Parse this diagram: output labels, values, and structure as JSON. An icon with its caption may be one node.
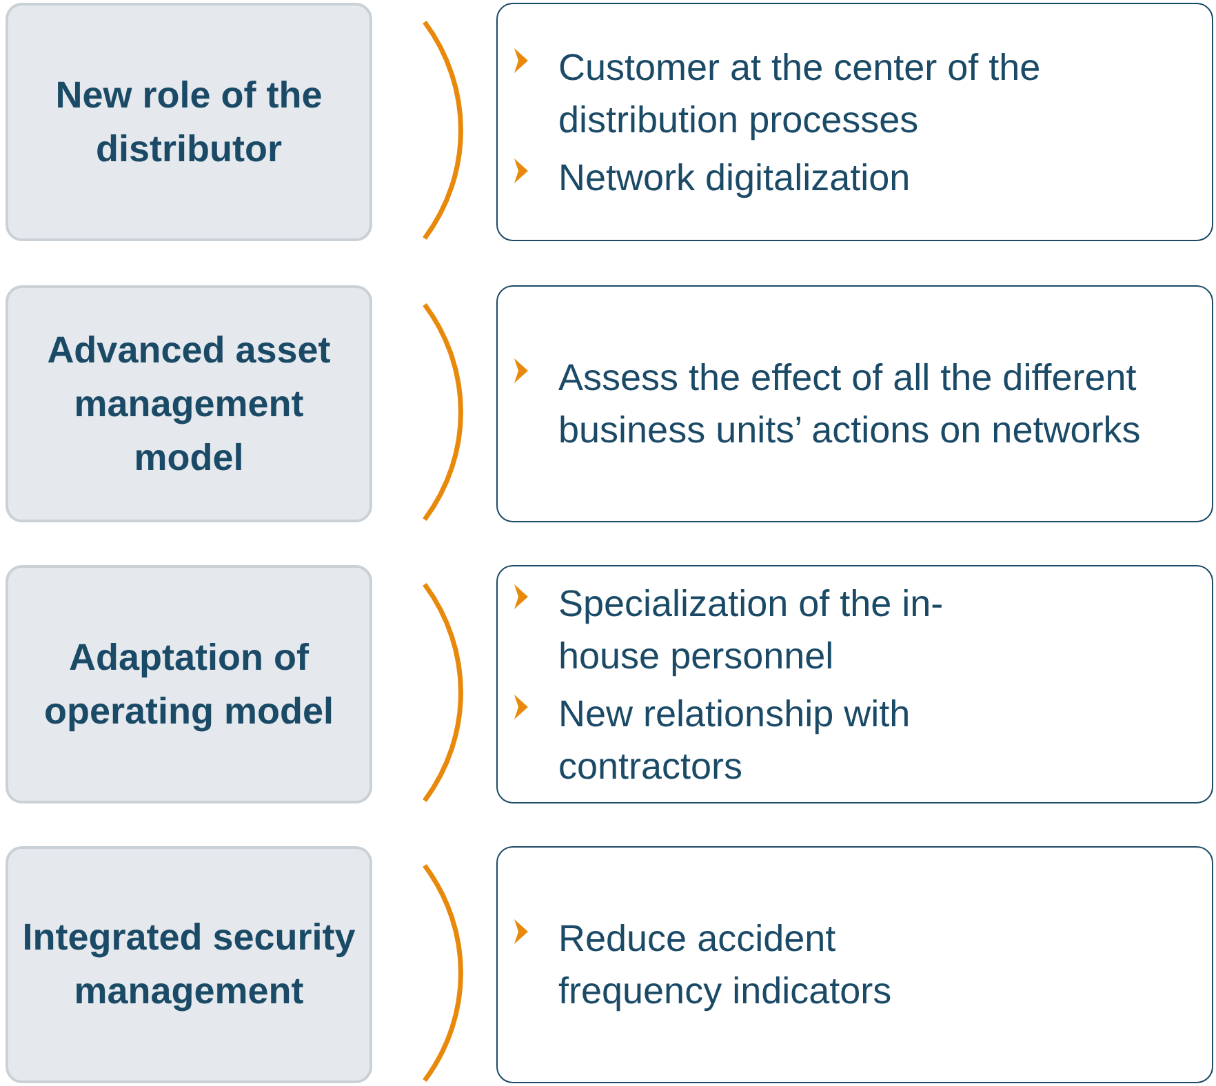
{
  "diagram": {
    "nodes": [
      {
        "text": [
          "New role of the distributor"
        ]
      },
      {
        "text": [
          "Customer at the center of the distribution processes",
          "Network digitalization"
        ]
      },
      {
        "text": [
          "Advanced asset management model"
        ]
      },
      {
        "text": [
          "Assess the effect of all the different business units’ actions on networks"
        ]
      },
      {
        "text": [
          "Adaptation of operating model"
        ]
      },
      {
        "text": [
          "Specialization of the in-house personnel",
          "New relationship with contractors"
        ]
      },
      {
        "text": [
          "Integrated security management"
        ]
      },
      {
        "text": [
          "Reduce accident frequency indicators"
        ]
      }
    ]
  }
}
